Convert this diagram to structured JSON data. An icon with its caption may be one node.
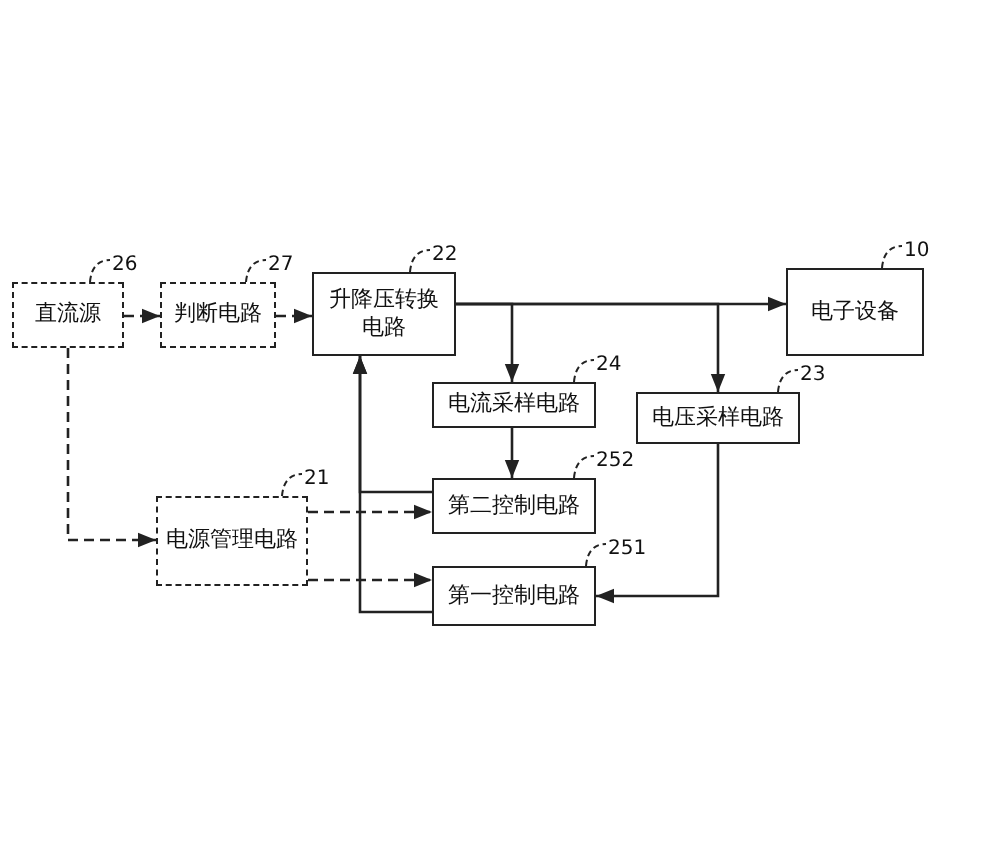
{
  "diagram": {
    "nodes": [
      {
        "text": [
          "直流源"
        ],
        "beside": [
          "26"
        ]
      },
      {
        "text": [
          "判断电路"
        ],
        "beside": [
          "27"
        ]
      },
      {
        "text": [
          "升降压转换电路"
        ],
        "beside": [
          "22"
        ]
      },
      {
        "text": [
          "电子设备"
        ],
        "beside": [
          "10"
        ]
      },
      {
        "text": [
          "电流采样电路"
        ],
        "beside": [
          "24"
        ]
      },
      {
        "text": [
          "电压采样电路"
        ],
        "beside": [
          "23"
        ]
      },
      {
        "text": [
          "第二控制电路"
        ],
        "beside": [
          "252"
        ]
      },
      {
        "text": [
          "电源管理电路"
        ],
        "beside": [
          "21"
        ]
      },
      {
        "text": [
          "第一控制电路"
        ],
        "beside": [
          "251"
        ]
      }
    ],
    "edges": [
      {
        "from": 0,
        "to": 1,
        "arrow": "to",
        "style": "dashed"
      },
      {
        "from": 1,
        "to": 2,
        "arrow": "to",
        "style": "dashed"
      },
      {
        "from": 2,
        "to": 3,
        "arrow": "to"
      },
      {
        "from": 2,
        "to": 4,
        "arrow": "to"
      },
      {
        "from": 2,
        "to": 5,
        "arrow": "to"
      },
      {
        "from": 4,
        "to": 6,
        "arrow": "to"
      },
      {
        "from": 5,
        "to": 8,
        "arrow": "to"
      },
      {
        "from": 0,
        "to": 7,
        "arrow": "to",
        "style": "dashed"
      },
      {
        "from": 7,
        "to": 6,
        "arrow": "to",
        "style": "dashed"
      },
      {
        "from": 7,
        "to": 8,
        "arrow": "to",
        "style": "dashed"
      },
      {
        "from": 6,
        "to": 2,
        "arrow": "to"
      },
      {
        "from": 8,
        "to": 2,
        "arrow": "to"
      }
    ]
  }
}
